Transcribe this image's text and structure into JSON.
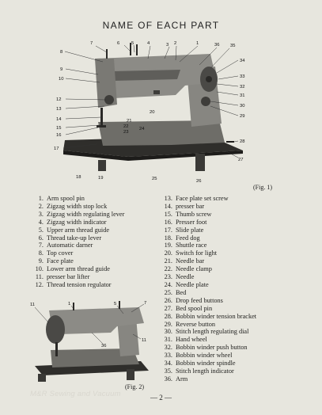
{
  "title": "NAME OF EACH PART",
  "fig1": {
    "caption": "(Fig. 1)",
    "callouts": [
      "1",
      "2",
      "3",
      "4",
      "5",
      "6",
      "7",
      "8",
      "9",
      "10",
      "12",
      "13",
      "14",
      "15",
      "16",
      "17",
      "18",
      "19",
      "20",
      "21",
      "22",
      "23",
      "24",
      "25",
      "26",
      "27",
      "28",
      "29",
      "30",
      "31",
      "32",
      "33",
      "34",
      "35",
      "36"
    ]
  },
  "fig2": {
    "caption": "(Fig. 2)",
    "callouts": [
      "11",
      "1",
      "5",
      "7",
      "11",
      "36"
    ]
  },
  "parts_left": [
    {
      "num": "1.",
      "name": "Arm spool pin"
    },
    {
      "num": "2.",
      "name": "Zigzag width stop lock"
    },
    {
      "num": "3.",
      "name": "Zigzag width regulating lever"
    },
    {
      "num": "4.",
      "name": "Zigzag width indicator"
    },
    {
      "num": "5.",
      "name": "Upper arm thread guide"
    },
    {
      "num": "6.",
      "name": "Thread take-up lever"
    },
    {
      "num": "7.",
      "name": "Automatic darner"
    },
    {
      "num": "8.",
      "name": "Top cover"
    },
    {
      "num": "9.",
      "name": "Face plate"
    },
    {
      "num": "10.",
      "name": "Lower arm thread guide"
    },
    {
      "num": "11.",
      "name": "presser bar lifter"
    },
    {
      "num": "12.",
      "name": "Thread tension regulator"
    }
  ],
  "parts_right": [
    {
      "num": "13.",
      "name": "Face plate set screw"
    },
    {
      "num": "14.",
      "name": "presser bar"
    },
    {
      "num": "15.",
      "name": "Thumb screw"
    },
    {
      "num": "16.",
      "name": "Presser foot"
    },
    {
      "num": "17.",
      "name": "Slide plate"
    },
    {
      "num": "18.",
      "name": "Feed dog"
    },
    {
      "num": "19.",
      "name": "Shuttle race"
    },
    {
      "num": "20.",
      "name": "Switch for light"
    },
    {
      "num": "21.",
      "name": "Needle bar"
    },
    {
      "num": "22.",
      "name": "Needle clamp"
    },
    {
      "num": "23.",
      "name": "Needle"
    },
    {
      "num": "24.",
      "name": "Needle plate"
    },
    {
      "num": "25.",
      "name": "Bed"
    },
    {
      "num": "26.",
      "name": "Drop feed buttons"
    },
    {
      "num": "27.",
      "name": "Bed spool pin"
    },
    {
      "num": "28.",
      "name": "Bobbin winder tension bracket"
    },
    {
      "num": "29.",
      "name": "Reverse button"
    },
    {
      "num": "30.",
      "name": "Stitch length regulating dial"
    },
    {
      "num": "31.",
      "name": "Hand wheel"
    },
    {
      "num": "32.",
      "name": "Bobbin winder push button"
    },
    {
      "num": "33.",
      "name": "Bobbin winder wheel"
    },
    {
      "num": "34.",
      "name": "Bobbin winder spindle"
    },
    {
      "num": "35.",
      "name": "Stitch length indicator"
    },
    {
      "num": "36.",
      "name": "Arm"
    }
  ],
  "watermark": "M&R Sewing and Vacuum",
  "page_number": "— 2 —",
  "colors": {
    "background": "#e7e6de",
    "machine_body": "#878681",
    "machine_dark": "#4a4946",
    "table": "#2f2e2b"
  }
}
